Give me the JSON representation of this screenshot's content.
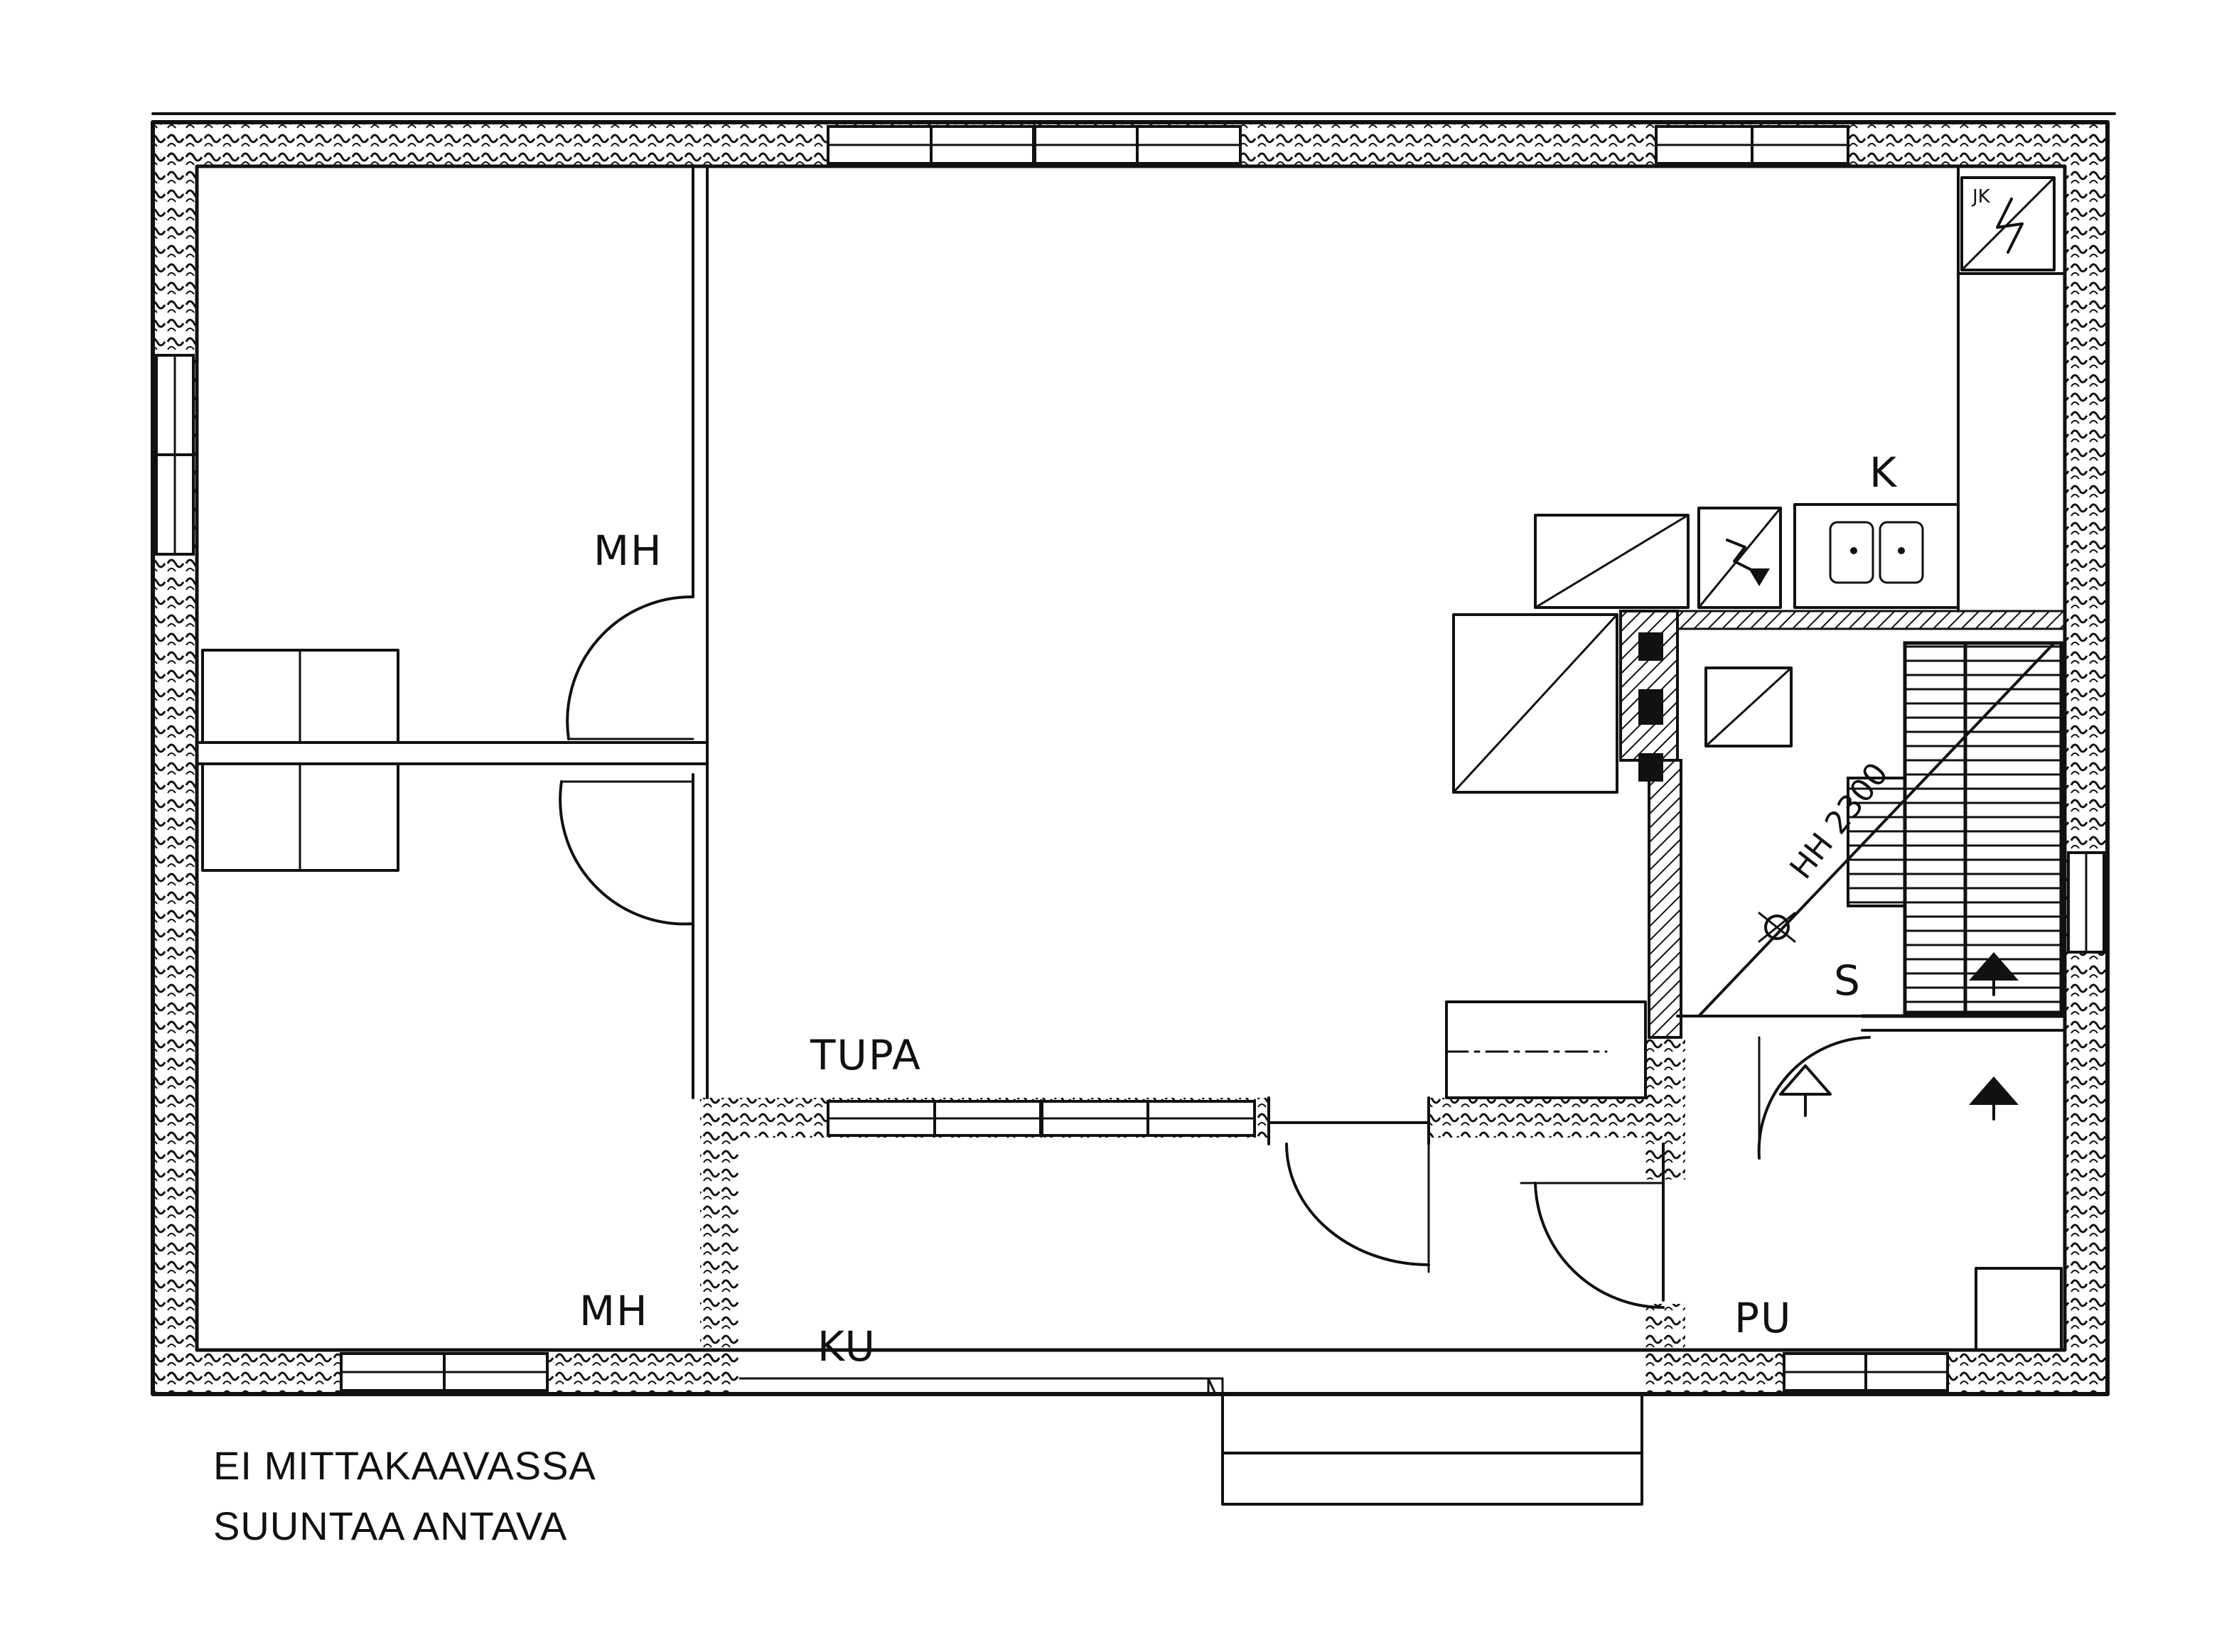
{
  "rooms": {
    "bedroom_top": "MH",
    "bedroom_bottom": "MH",
    "living": "TUPA",
    "kitchen": "K",
    "sauna": "S",
    "porch": "KU",
    "wash": "PU"
  },
  "stair_label": "HH 2300",
  "kitchen_tag": "JK",
  "notes": {
    "line1": "EI MITTAKAAVASSA",
    "line2": "SUUNTAA ANTAVA"
  }
}
